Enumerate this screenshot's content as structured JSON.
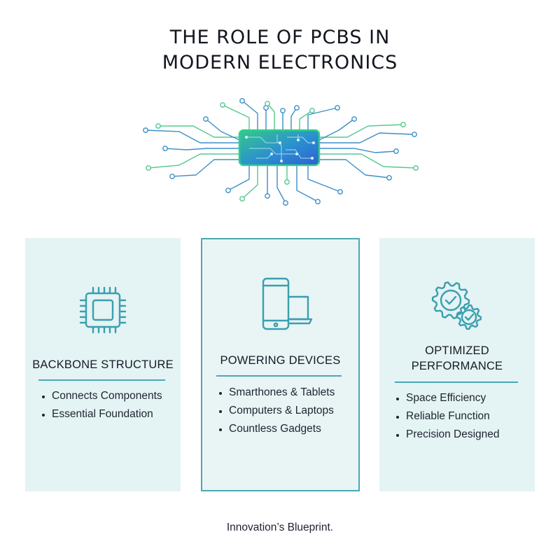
{
  "title": {
    "line1": "THE ROLE OF PCBS IN",
    "line2": "MODERN ELECTRONICS"
  },
  "illustration": {
    "icon": "circuit-chip-icon",
    "colors": {
      "chip_blue": "#2f6fd6",
      "chip_green": "#35c98a",
      "trace_blue": "#3b8fc8",
      "trace_green": "#54c98f"
    }
  },
  "cards": [
    {
      "icon": "processor-chip-icon",
      "heading": [
        "BACKBONE STRUCTURE"
      ],
      "items": [
        "Connects Components",
        "Essential Foundation"
      ]
    },
    {
      "icon": "phone-laptop-icon",
      "heading": [
        "POWERING DEVICES"
      ],
      "items": [
        "Smarthones & Tablets",
        "Computers & Laptops",
        "Countless Gadgets"
      ]
    },
    {
      "icon": "gears-check-icon",
      "heading": [
        "OPTIMIZED",
        "PERFORMANCE"
      ],
      "items": [
        "Space Efficiency",
        "Reliable Function",
        "Precision Designed"
      ]
    }
  ],
  "footer": "Innovation’s Blueprint.",
  "colors": {
    "accent": "#4aa8b5",
    "card_bg": "#e4f3f4",
    "text": "#151b26"
  }
}
